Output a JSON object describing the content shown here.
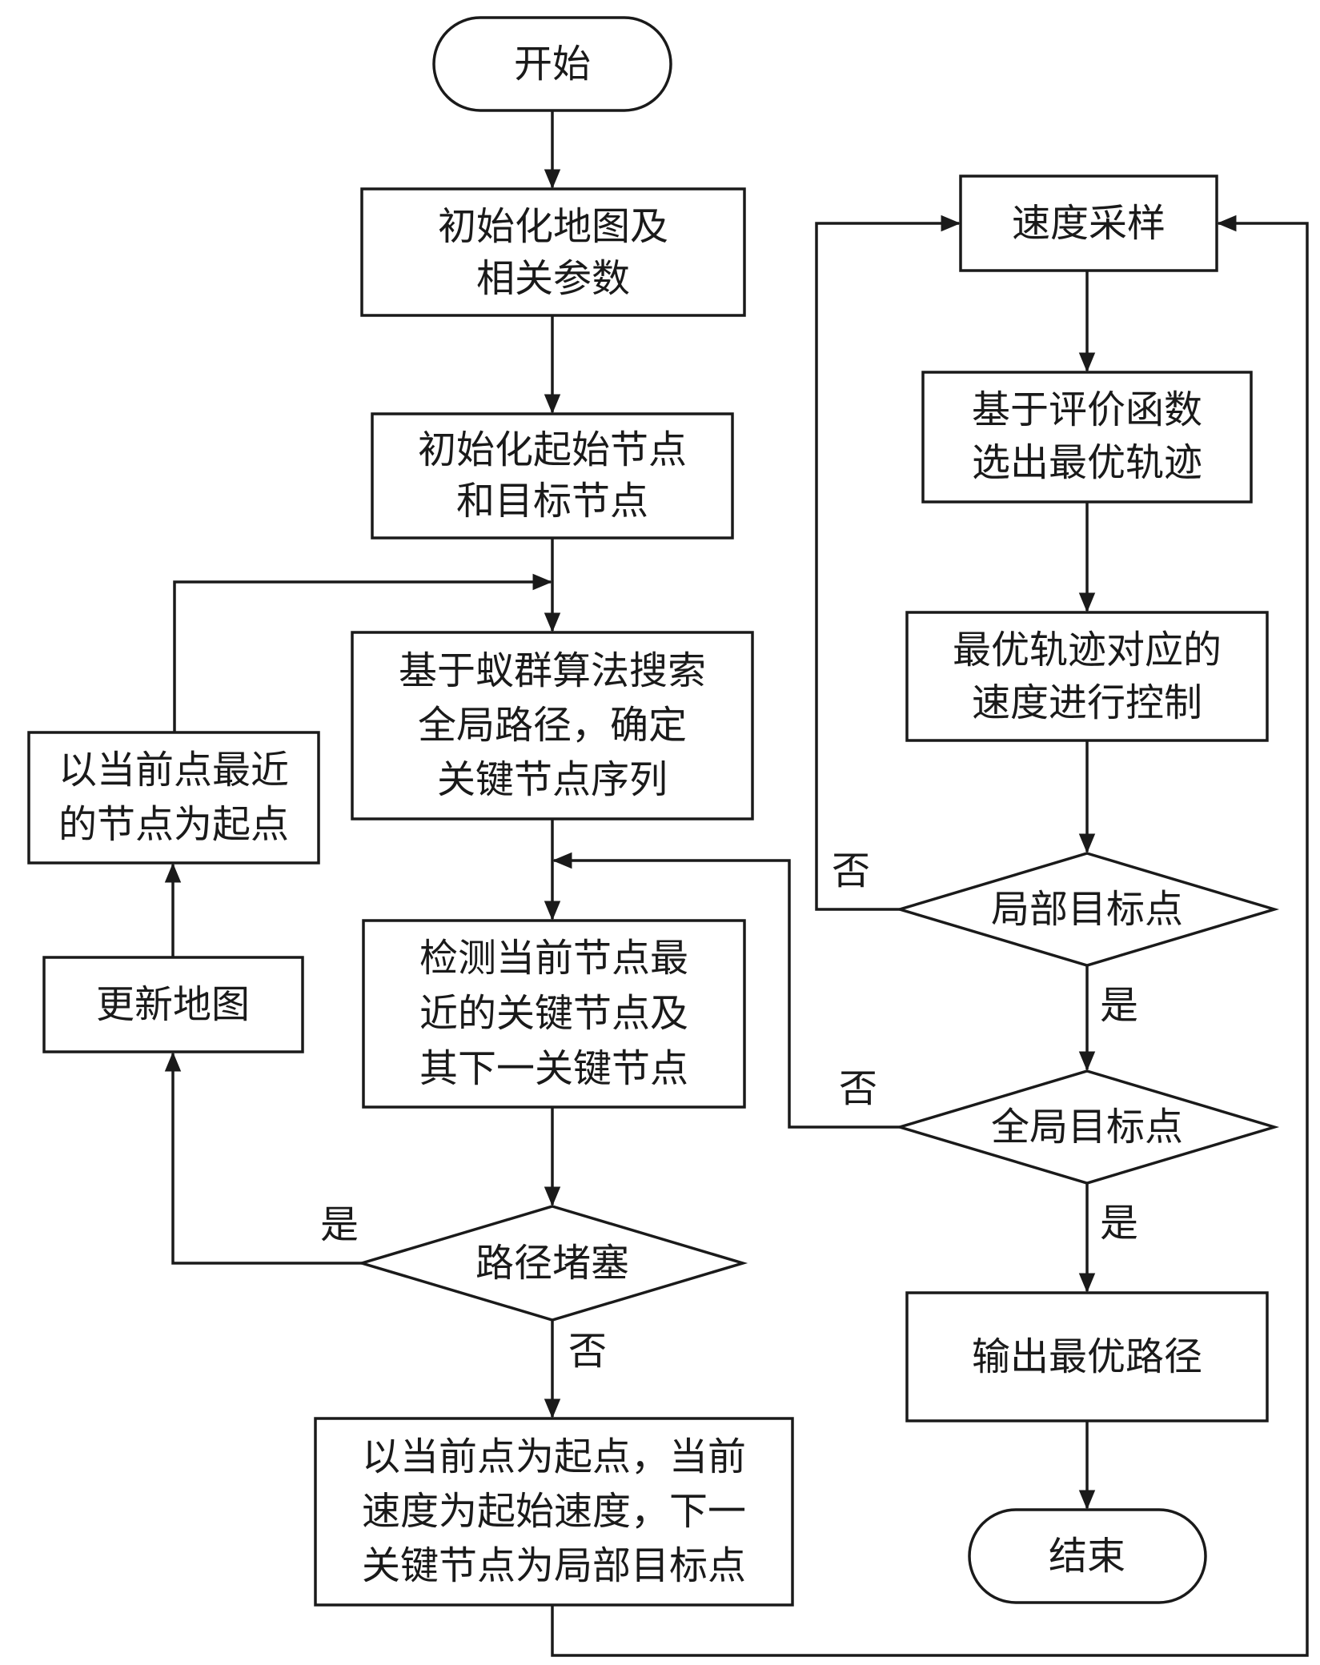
{
  "nodes": {
    "start": "开始",
    "init_map": [
      "初始化地图及",
      "相关参数"
    ],
    "init_nodes": [
      "初始化起始节点",
      "和目标节点"
    ],
    "aco": [
      "基于蚁群算法搜索",
      "全局路径，确定",
      "关键节点序列"
    ],
    "reset_start": [
      "以当前点最近",
      "的节点为起点"
    ],
    "update_map": "更新地图",
    "detect": [
      "检测当前节点最",
      "近的关键节点及",
      "其下一关键节点"
    ],
    "blocked": "路径堵塞",
    "set_local": [
      "以当前点为起点，当前",
      "速度为起始速度，下一",
      "关键节点为局部目标点"
    ],
    "speed_sample": "速度采样",
    "eval": [
      "基于评价函数",
      "选出最优轨迹"
    ],
    "control": [
      "最优轨迹对应的",
      "速度进行控制"
    ],
    "local_goal": "局部目标点",
    "global_goal": "全局目标点",
    "output": "输出最优路径",
    "end": "结束"
  },
  "edge_labels": {
    "blocked_yes": "是",
    "blocked_no": "否",
    "local_no": "否",
    "local_yes": "是",
    "global_no": "否",
    "global_yes": "是"
  }
}
